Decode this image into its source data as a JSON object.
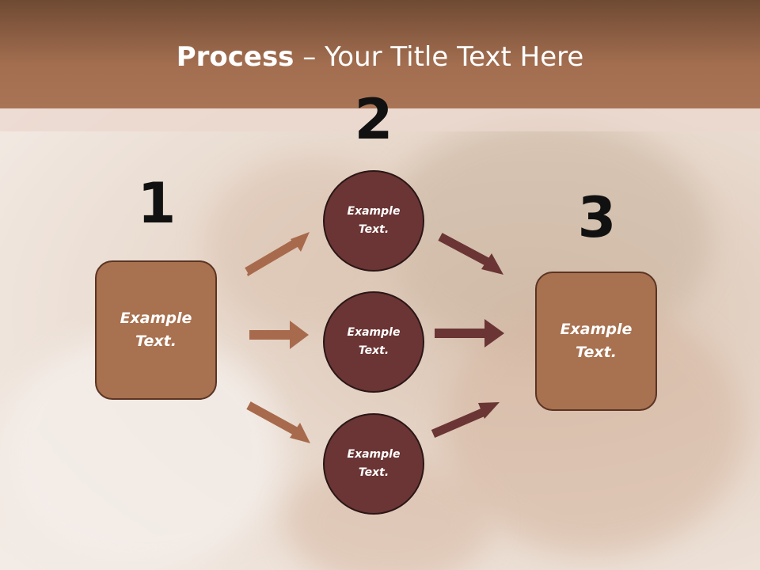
{
  "title": {
    "bold": "Process",
    "rest": " – Your Title Text Here"
  },
  "steps": {
    "one": "1",
    "two": "2",
    "three": "3"
  },
  "left_box": {
    "line1": "Example",
    "line2": "Text."
  },
  "right_box": {
    "line1": "Example",
    "line2": "Text."
  },
  "circles": [
    {
      "line1": "Example",
      "line2": "Text."
    },
    {
      "line1": "Example",
      "line2": "Text."
    },
    {
      "line1": "Example",
      "line2": "Text."
    }
  ],
  "colors": {
    "box": "#a8714f",
    "circle": "#6a3534",
    "arrow_light": "#a86a4c",
    "arrow_dark": "#6a3534"
  }
}
